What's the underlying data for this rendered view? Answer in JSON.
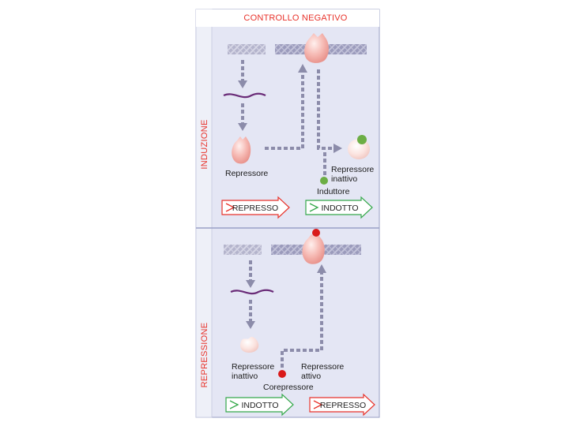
{
  "header": {
    "title": "CONTROLLO NEGATIVO"
  },
  "sections": {
    "induction": {
      "side_label": "INDUZIONE",
      "repressor_label": "Repressore",
      "inactive_label_1": "Repressore",
      "inactive_label_2": "inattivo",
      "inducer_label": "Induttore",
      "state_left": "REPRESSO",
      "state_right": "INDOTTO"
    },
    "repression": {
      "side_label": "REPRESSIONE",
      "inactive_label_1": "Repressore",
      "inactive_label_2": "inattivo",
      "active_label_1": "Repressore",
      "active_label_2": "attivo",
      "corepressor_label": "Corepressore",
      "state_left": "INDOTTO",
      "state_right": "REPRESSO"
    }
  },
  "colors": {
    "panel_bg": "#e4e6f4",
    "border": "#9aa0c6",
    "dna": "#9797b8",
    "arrow": "#8c8caa",
    "mrna": "#6a2c78",
    "red_label": "#e8322a",
    "green": "#34a84a",
    "red_dot": "#d91a1a",
    "inducer_dot": "#6cae45"
  }
}
